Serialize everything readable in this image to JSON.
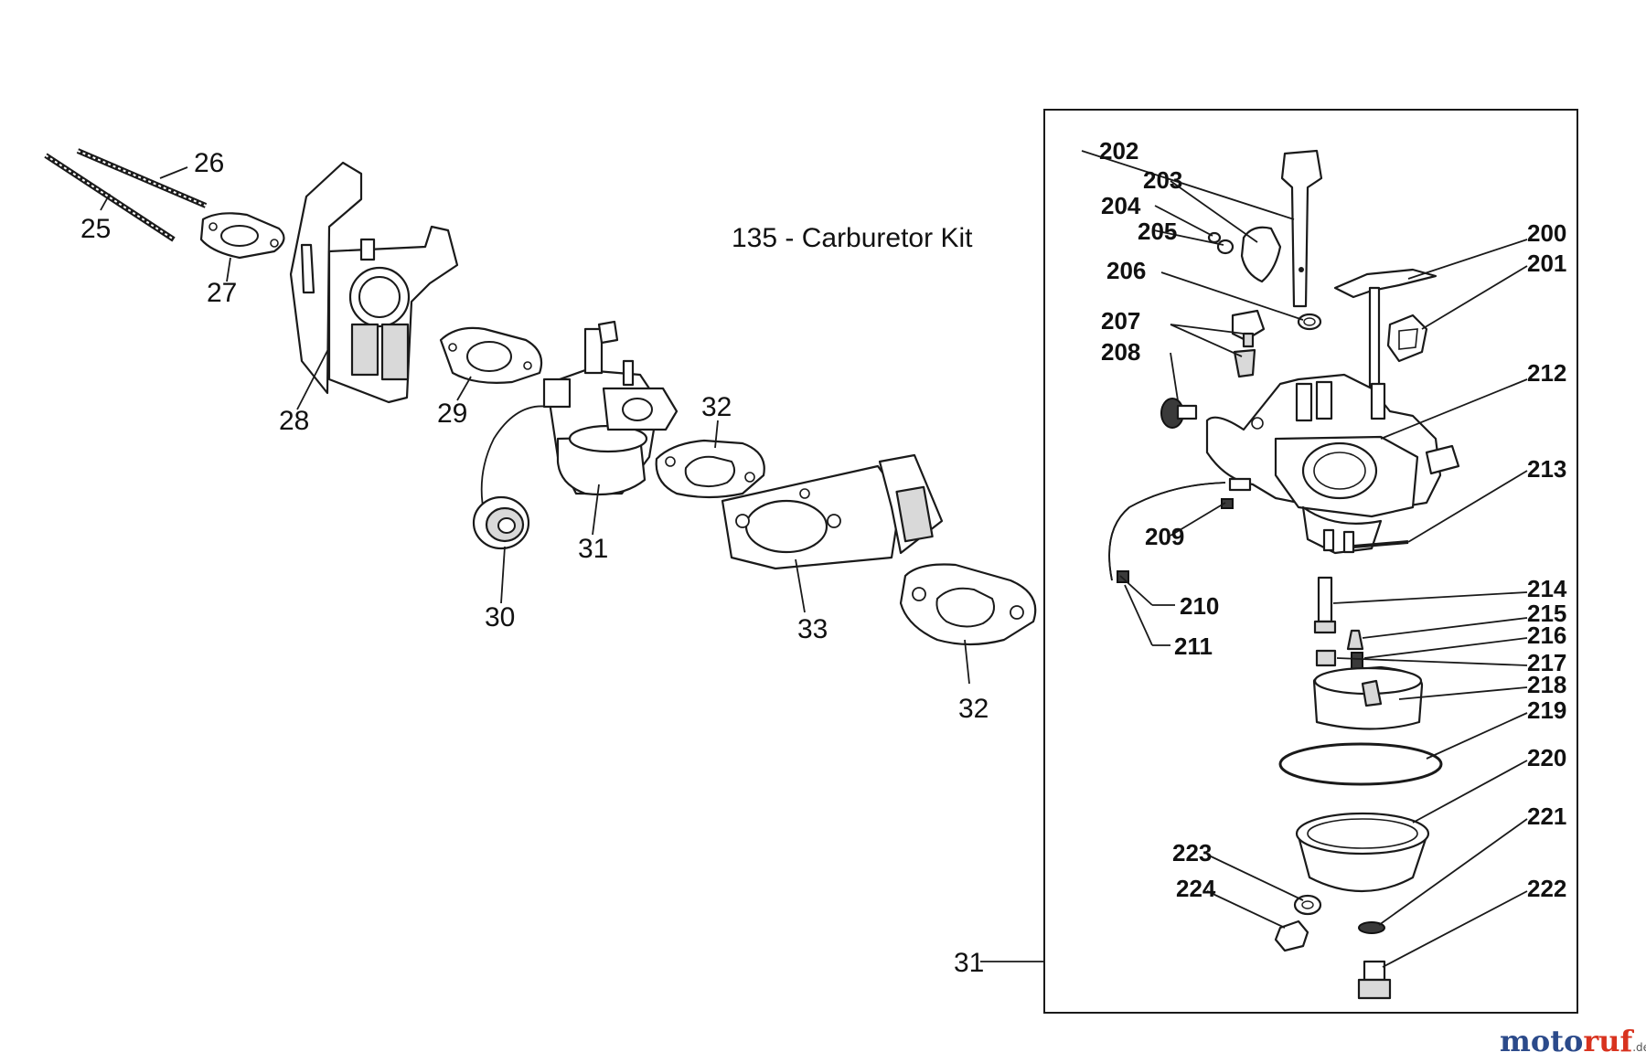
{
  "title": "135 - Carburetor Kit",
  "watermark": {
    "brand_a": "moto",
    "brand_b": "ruf",
    "suffix": ".de"
  },
  "left_labels": {
    "p25": "25",
    "p26": "26",
    "p27": "27",
    "p28": "28",
    "p29": "29",
    "p30": "30",
    "p31": "31",
    "p32a": "32",
    "p32b": "32",
    "p33": "33"
  },
  "kit_labels": {
    "p31": "31",
    "p200": "200",
    "p201": "201",
    "p202": "202",
    "p203": "203",
    "p204": "204",
    "p205": "205",
    "p206": "206",
    "p207": "207",
    "p208": "208",
    "p209": "209",
    "p210": "210",
    "p211": "211",
    "p212": "212",
    "p213": "213",
    "p214": "214",
    "p215": "215",
    "p216": "216",
    "p217": "217",
    "p218": "218",
    "p219": "219",
    "p220": "220",
    "p221": "221",
    "p222": "222",
    "p223": "223",
    "p224": "224"
  }
}
